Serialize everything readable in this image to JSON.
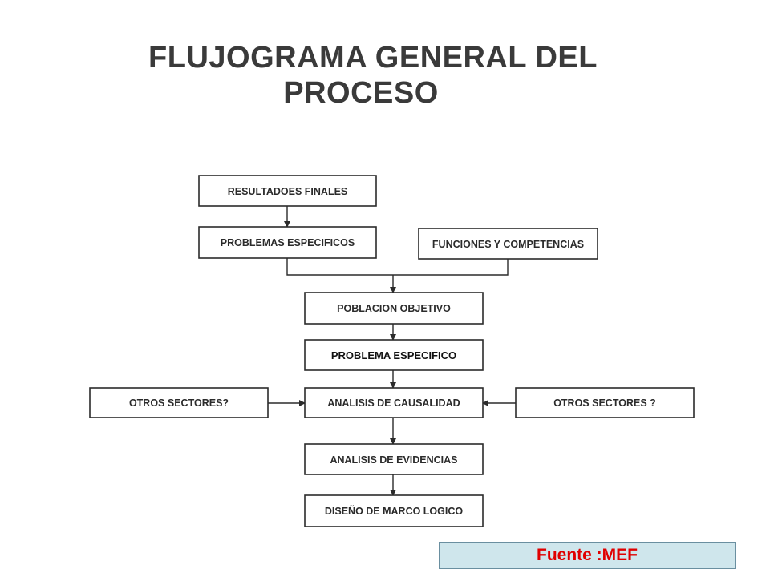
{
  "title": {
    "line1": "FLUJOGRAMA GENERAL DEL",
    "line2": "PROCESO"
  },
  "boxes": {
    "resultados_finales": "RESULTADOES FINALES",
    "problemas_especificos": "PROBLEMAS ESPECIFICOS",
    "funciones_competencias": "FUNCIONES Y COMPETENCIAS",
    "poblacion_objetivo": "POBLACION OBJETIVO",
    "problema_especifico": "PROBLEMA ESPECIFICO",
    "otros_sectores_left": "OTROS SECTORES?",
    "analisis_causalidad": "ANALISIS DE CAUSALIDAD",
    "otros_sectores_right": "OTROS SECTORES ?",
    "analisis_evidencias": "ANALISIS DE EVIDENCIAS",
    "marco_logico": "DISEÑO DE MARCO LOGICO"
  },
  "source": "Fuente :MEF",
  "colors": {
    "title": "#3a3a3a",
    "source_text": "#e00000",
    "source_background": "#cfe6ec"
  }
}
